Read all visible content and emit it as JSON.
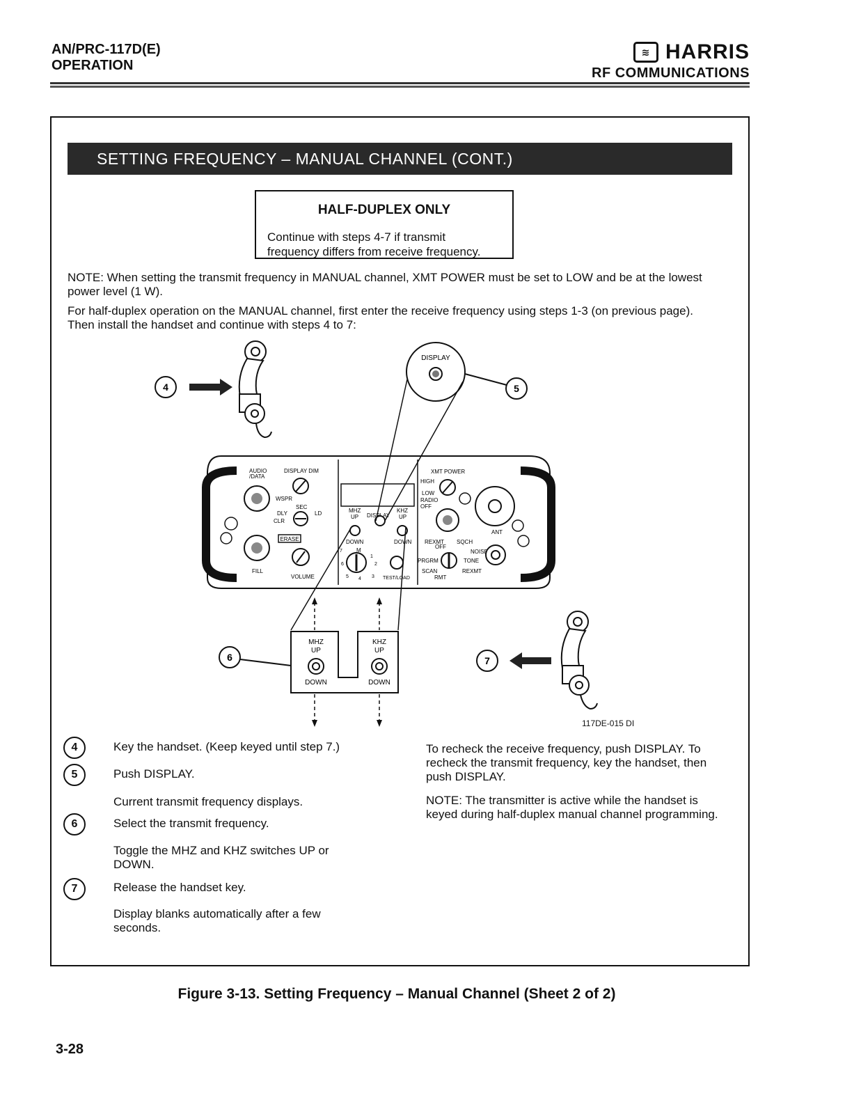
{
  "header": {
    "doc_id": "AN/PRC-117D(E)",
    "section": "OPERATION",
    "brand": "HARRIS",
    "division": "RF COMMUNICATIONS"
  },
  "banner": "SETTING FREQUENCY – MANUAL CHANNEL (CONT.)",
  "note_box": {
    "title": "HALF-DUPLEX ONLY",
    "line1": "Continue with steps 4-7 if transmit",
    "line2": "frequency differs from receive frequency."
  },
  "note_line1": "NOTE: When setting the transmit frequency in MANUAL channel, XMT POWER must be set to LOW and be at the lowest",
  "note_line2": "power level (1 W).",
  "intro_line1": "For half-duplex operation on the MANUAL channel, first enter the receive frequency using steps 1-3 (on previous page).",
  "intro_line2": "Then install the handset and continue with steps 4 to 7:",
  "figure": {
    "callouts": [
      "4",
      "5",
      "6",
      "7"
    ],
    "display_label": "DISPLAY",
    "panel": {
      "audio_data": "AUDIO",
      "audio_data2": "/DATA",
      "display_dim": "DISPLAY DIM",
      "wspr": "WSPR",
      "sec": "SEC",
      "dly": "DLY",
      "ld": "LD",
      "clr": "CLR",
      "erase": "ERASE",
      "fill": "FILL",
      "volume": "VOLUME",
      "mhz": "MHZ",
      "khz": "KHZ",
      "up": "UP",
      "down": "DOWN",
      "display": "DISPLAY",
      "test_load": "TEST/LOAD",
      "m": "M",
      "xmt_power": "XMT POWER",
      "high": "HIGH",
      "low": "LOW",
      "radio_off": "RADIO",
      "off": "OFF",
      "ant": "ANT",
      "rexmt": "REXMT",
      "off2": "OFF",
      "sqch": "SQCH",
      "noise": "NOISE",
      "tone": "TONE",
      "prgrm": "PRGRM",
      "scan": "SCAN",
      "rmt": "RMT",
      "rexmt2": "REXMT",
      "dial_nums": [
        "7",
        "1",
        "6",
        "2",
        "5",
        "4",
        "3"
      ]
    },
    "zoom": {
      "mhz": "MHZ",
      "khz": "KHZ",
      "up": "UP",
      "down": "DOWN"
    },
    "figure_id": "117DE-015 DI"
  },
  "steps": [
    {
      "num": "4",
      "text": "Key the handset. (Keep keyed until step 7.)"
    },
    {
      "num": "5",
      "text": "Push DISPLAY.",
      "sub": "Current transmit frequency displays."
    },
    {
      "num": "6",
      "text": "Select the transmit frequency.",
      "sub1": "Toggle the MHZ and KHZ switches UP or",
      "sub2": "DOWN."
    },
    {
      "num": "7",
      "text": "Release the handset key.",
      "sub1": "Display blanks automatically after a few",
      "sub2": "seconds."
    }
  ],
  "right_text": {
    "recheck1": "To recheck the receive frequency, push DISPLAY. To",
    "recheck2": "recheck the transmit frequency, key the handset, then",
    "recheck3": "push DISPLAY.",
    "note1": "NOTE: The transmitter is active while the handset is",
    "note2": "keyed during half-duplex manual channel programming."
  },
  "caption": "Figure 3-13. Setting Frequency – Manual Channel (Sheet 2 of 2)",
  "page_number": "3-28"
}
